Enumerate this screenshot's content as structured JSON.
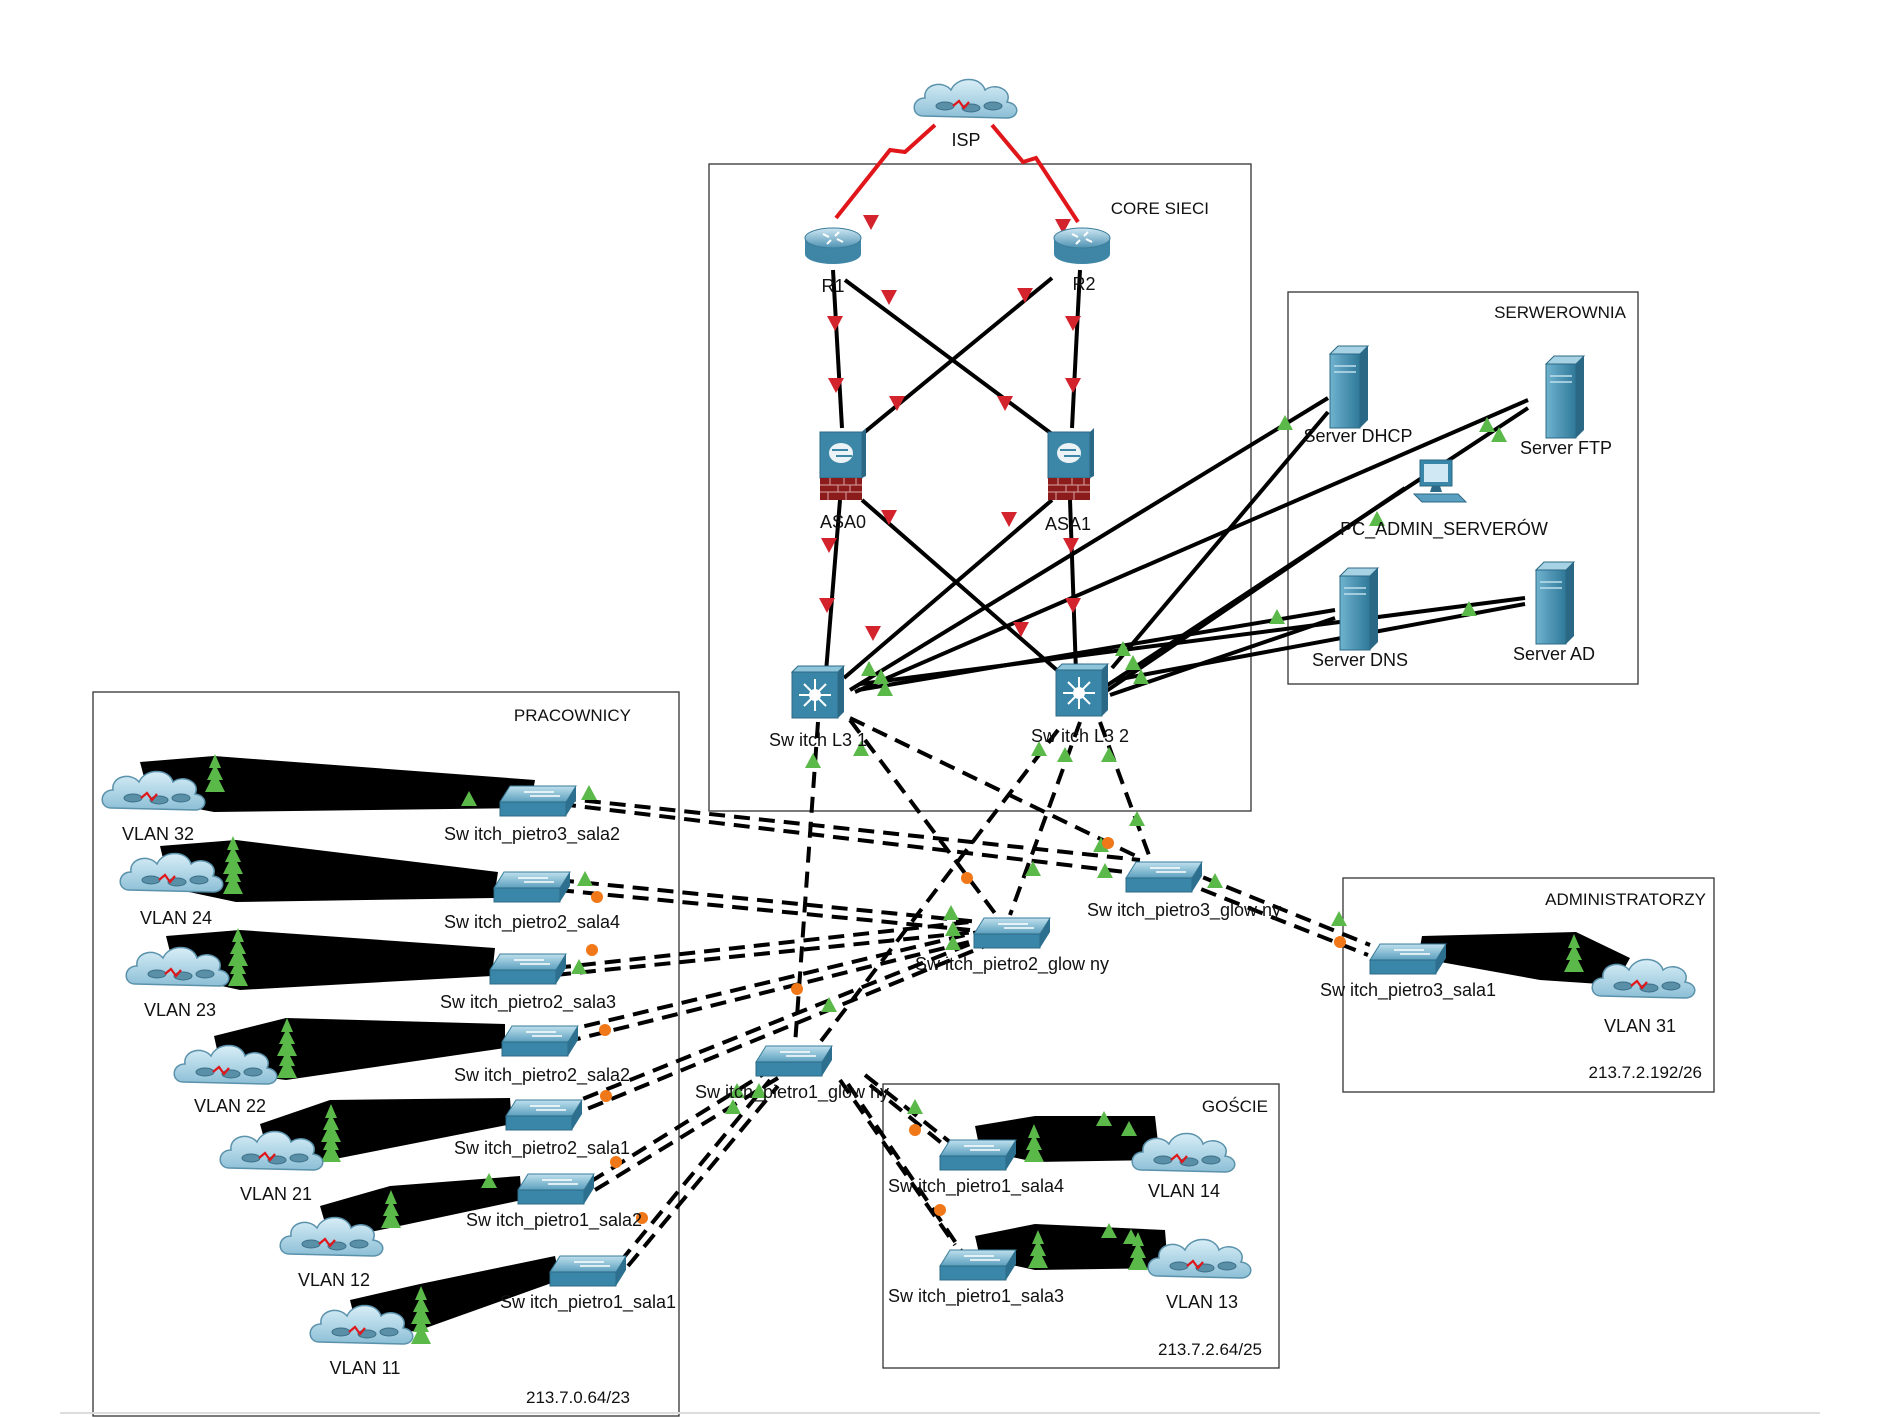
{
  "areas": {
    "core": "CORE SIECI",
    "servers": "SERWEROWNIA",
    "workers": "PRACOWNICY",
    "admins": "ADMINISTRATORZY",
    "guests": "GOŚCIE"
  },
  "subnets": {
    "workers": "213.7.0.64/23",
    "admins": "213.7.2.192/26",
    "guests": "213.7.2.64/25"
  },
  "devices": {
    "isp": "ISP",
    "r1": "R1",
    "r2": "R2",
    "asa0": "ASA0",
    "asa1": "ASA1",
    "l3_1": "Sw itch L3 1",
    "l3_2": "Sw itch L3 2",
    "srv_dhcp": "Server DHCP",
    "srv_ftp": "Server FTP",
    "pc_admin": "PC_ADMIN_SERVERÓW",
    "srv_dns": "Server DNS",
    "srv_ad": "Server AD",
    "sw_p3_s2": "Sw itch_pietro3_sala2",
    "sw_p2_s4": "Sw itch_pietro2_sala4",
    "sw_p2_s3": "Sw itch_pietro2_sala3",
    "sw_p2_s2": "Sw itch_pietro2_sala2",
    "sw_p2_s1": "Sw itch_pietro2_sala1",
    "sw_p1_s2": "Sw itch_pietro1_sala2",
    "sw_p1_s1": "Sw itch_pietro1_sala1",
    "sw_p3_glow": "Sw itch_pietro3_glow ny",
    "sw_p2_glow": "Sw itch_pietro2_glow ny",
    "sw_p1_glow": "Sw itch_pietro1_glow ny",
    "sw_p3_s1": "Sw itch_pietro3_sala1",
    "sw_p1_s4": "Sw itch_pietro1_sala4",
    "sw_p1_s3": "Sw itch_pietro1_sala3",
    "vlan32": "VLAN 32",
    "vlan24": "VLAN 24",
    "vlan23": "VLAN 23",
    "vlan22": "VLAN 22",
    "vlan21": "VLAN 21",
    "vlan12": "VLAN 12",
    "vlan11": "VLAN 11",
    "vlan31": "VLAN 31",
    "vlan14": "VLAN 14",
    "vlan13": "VLAN 13"
  },
  "colors": {
    "wan_link": "#e0161a",
    "link": "#000000",
    "port_up": "#5bb94a",
    "port_wait": "#f07818",
    "port_down": "#d3242e",
    "device": "#3e8fb0"
  }
}
